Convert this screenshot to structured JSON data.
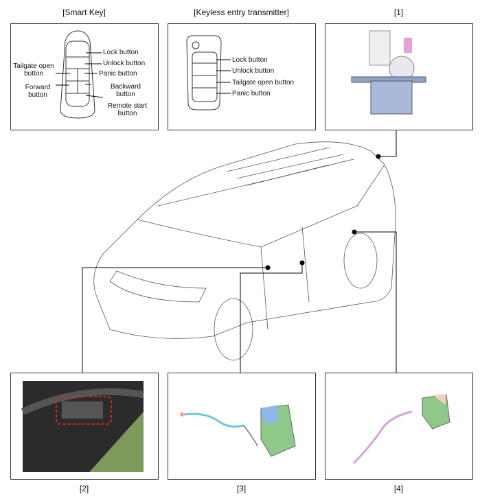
{
  "titles": {
    "smart_key": "[Smart Key]",
    "keyless": "[Keyless entry transmitter]",
    "p1": "[1]",
    "p2": "[2]",
    "p3": "[3]",
    "p4": "[4]"
  },
  "smart_key": {
    "lock": "Lock button",
    "unlock": "Unlock button",
    "tailgate": "Tailgate open button",
    "panic": "Panic button",
    "forward": "Forward button",
    "backward": "Backward button",
    "remote_start": "Remote start button"
  },
  "keyless": {
    "lock": "Lock button",
    "unlock": "Unlock button",
    "tailgate": "Tailgate open button",
    "panic": "Panic button"
  },
  "colors": {
    "border": "#333333",
    "door_green": "#8fc98a",
    "cable_blue": "#6cc8dc",
    "cable_pink": "#d9a0e0",
    "lock_blue": "#8ea3c9"
  }
}
